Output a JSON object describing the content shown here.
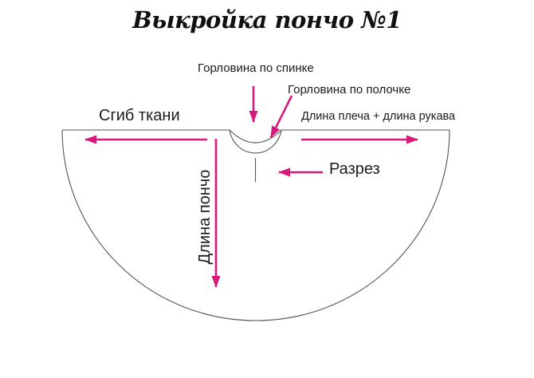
{
  "title": "Выкройка пончо №1",
  "labels": {
    "back_neckline": "Горловина по спинке",
    "front_neckline": "Горловина по полочке",
    "fabric_fold": "Сгиб ткани",
    "shoulder_plus_sleeve": "Длина плеча + длина рукава",
    "slit": "Разрез",
    "poncho_length": "Длина пончо"
  },
  "colors": {
    "accent": "#d8187b",
    "outline": "#555555",
    "text": "#1b1b1b",
    "background": "#ffffff"
  }
}
